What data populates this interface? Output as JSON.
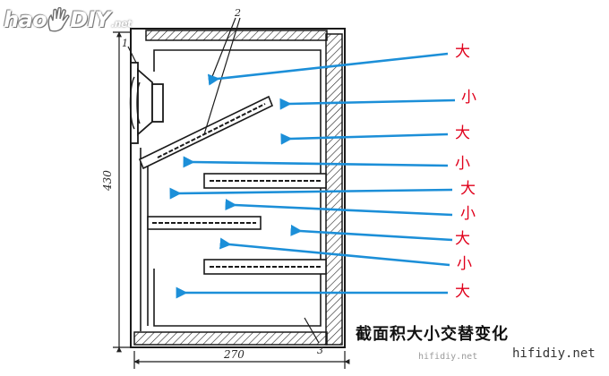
{
  "logo": {
    "text_a": "hao",
    "text_b": "DIY",
    "suffix": ".net"
  },
  "callouts": {
    "num_1": "1",
    "num_2": "2",
    "num_3": "3"
  },
  "dimensions": {
    "height": "430",
    "width": "270"
  },
  "labels": [
    "大",
    "小",
    "大",
    "小",
    "大",
    "小",
    "大",
    "小",
    "大"
  ],
  "caption": "截面积大小交替变化",
  "watermark": {
    "small": "hifidiy.net",
    "large": "hifidiy.net"
  },
  "colors": {
    "arrow": "#1c8fd8",
    "label": "#e0001b",
    "line": "#1a1a1a"
  }
}
